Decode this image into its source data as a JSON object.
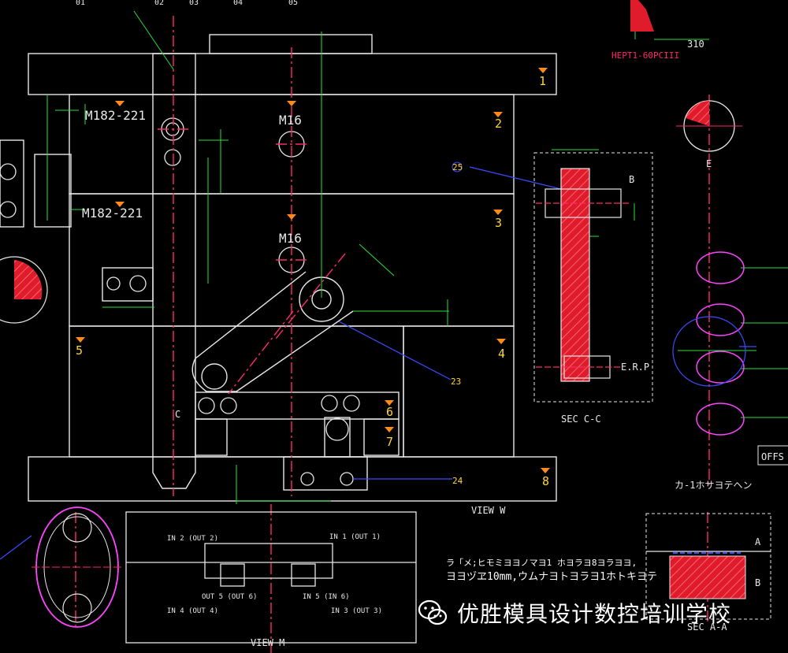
{
  "drawing": {
    "part_numbers": [
      "1",
      "2",
      "3",
      "4",
      "5",
      "6",
      "7",
      "8"
    ],
    "callouts": [
      "23",
      "24",
      "25"
    ],
    "thread_labels": [
      "M16",
      "M16"
    ],
    "part_codes": [
      "M182-221",
      "M182-221"
    ],
    "section_cc": {
      "title": "SEC C-C",
      "label_b": "B",
      "label_erp": "E.R.P"
    },
    "view_w": "VIEW W",
    "view_m": "VIEW M",
    "sec_aa": {
      "title": "SEC A-A",
      "label_a": "A",
      "label_b": "B"
    },
    "detail_e": "E",
    "hepti_label": "HEPT1-60PCIII",
    "dim_310": "310",
    "angle_c": "C",
    "offset_tag": "OFFS",
    "katakana_label": "カ-1ホサヨテヘン",
    "note_line1": "ラ「メ;ヒモミヨヨノマヨ1 ホヨラヨ8ヨラヨヨ,",
    "note_line2": "ヨヨヅヱ10mm,ウムナヨトヨラヨ1ホトキヨテ",
    "in_out": [
      "IN 2 (OUT 2)",
      "IN 1 (OUT 1)",
      "OUT 5 (OUT 6)",
      "IN 5 (IN 6)",
      "IN 4 (OUT 4)",
      "IN 3 (OUT 3)"
    ],
    "top_codes": [
      "01",
      "02",
      "03",
      "04",
      "05"
    ]
  },
  "watermark": {
    "text": "优胜模具设计数控培训学校",
    "icon": "wechat-icon"
  },
  "colors": {
    "background": "#000000",
    "outline": "#e8e8e8",
    "center": "#ff2a6a",
    "dimension": "#27e03a",
    "callout": "#3c4dff",
    "hatch": "#ff2030",
    "accent": "#ffd43b",
    "magenta": "#ff44ff"
  }
}
